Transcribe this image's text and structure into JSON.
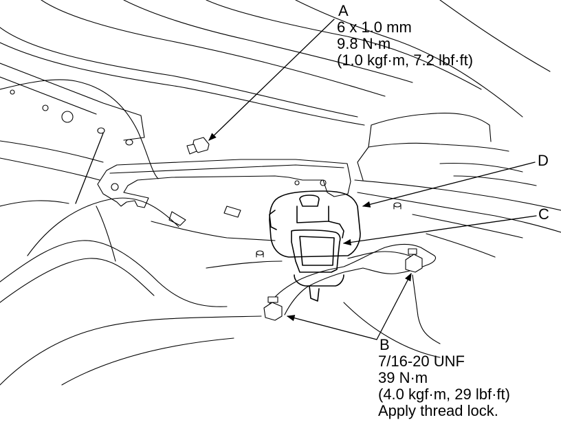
{
  "callouts": {
    "a": {
      "letter": "A",
      "lines": [
        "6 x 1.0 mm",
        "9.8 N·m",
        "(1.0 kgf·m, 7.2 lbf·ft)"
      ]
    },
    "b": {
      "letter": "B",
      "lines": [
        "7/16-20 UNF",
        "39 N·m",
        "(4.0 kgf·m, 29 lbf·ft)",
        "Apply thread lock."
      ]
    },
    "c": {
      "letter": "C"
    },
    "d": {
      "letter": "D"
    }
  },
  "colors": {
    "ink": "#000000",
    "paper": "#ffffff"
  },
  "icons": [
    "bolt-icon",
    "arrow-head-icon"
  ]
}
